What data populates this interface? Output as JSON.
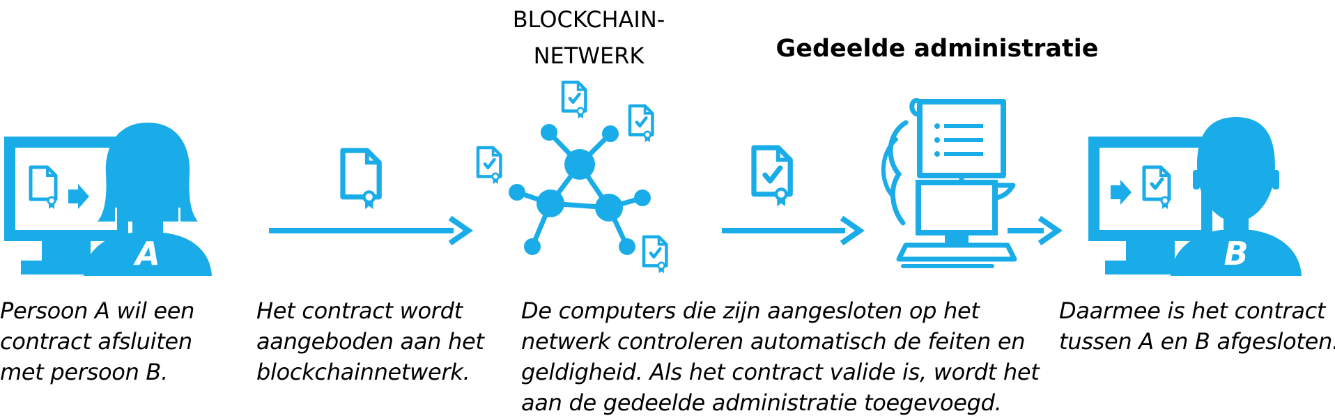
{
  "network_title": {
    "line1": "BLOCKCHAIN-",
    "line2": "NETWERK"
  },
  "admin_title": "Gedeelde administratie",
  "persons": {
    "a_letter": "A",
    "b_letter": "B"
  },
  "steps": [
    {
      "lines": [
        "Persoon A wil een",
        "contract afsluiten",
        "met persoon B."
      ]
    },
    {
      "lines": [
        "Het contract wordt",
        "aangeboden aan het",
        "blockchainnetwerk."
      ]
    },
    {
      "lines": [
        "De computers die zijn aangesloten op het",
        "netwerk controleren automatisch de feiten en",
        "geldigheid. Als het contract valide is, wordt het",
        "aan de gedeelde administratie toegevoegd."
      ]
    },
    {
      "lines": [
        "Daarmee is het contract",
        "tussen A en B afgesloten."
      ]
    }
  ],
  "icons": [
    "monitor-icon",
    "person-female-icon",
    "person-male-icon",
    "contract-document-icon",
    "arrow-right-icon",
    "network-nodes-icon",
    "ledger-scroll-icon",
    "computer-icon"
  ],
  "colors": {
    "accent": "#1AACE8",
    "text": "#000000",
    "background": "#FFFFFF"
  }
}
